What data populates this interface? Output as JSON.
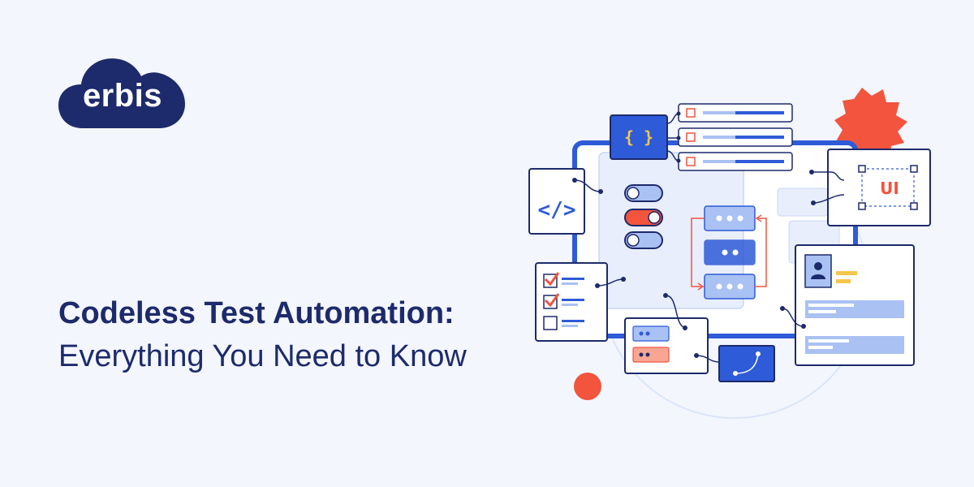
{
  "brand": {
    "name": "erbis",
    "color": "#1d2a6b"
  },
  "headline": {
    "title": "Codeless Test Automation:",
    "subtitle": "Everything You Need to Know"
  },
  "illustration": {
    "code_symbol": "</>",
    "braces_symbol": "{ }",
    "ui_label": "UI",
    "colors": {
      "blue": "#2e5bd8",
      "navy": "#1d2a6b",
      "accent": "#f2543e",
      "yellow": "#f5c64a",
      "light_blue": "#a9c1f3"
    }
  }
}
